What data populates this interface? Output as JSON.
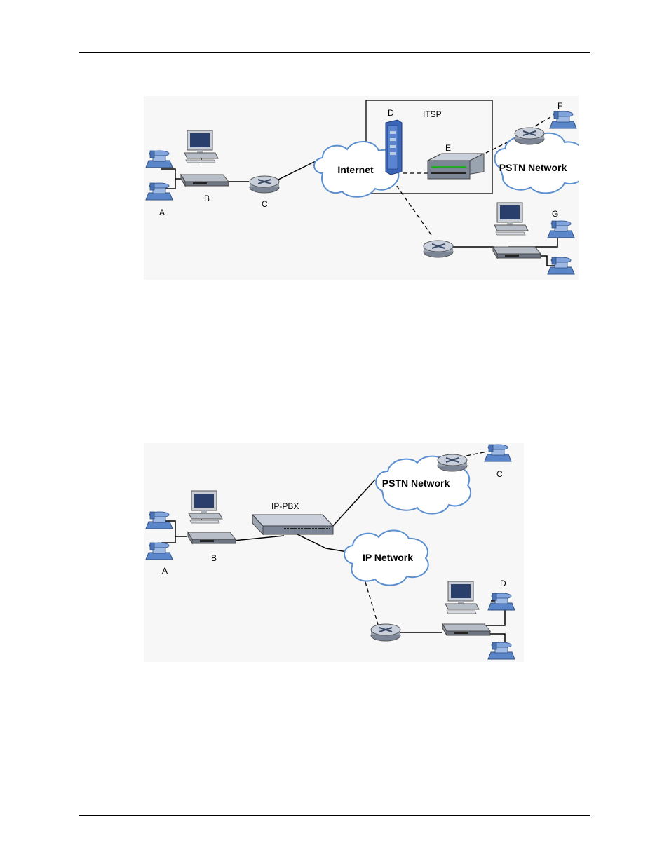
{
  "diagram1": {
    "labels": {
      "A": "A",
      "B": "B",
      "C": "C",
      "D": "D",
      "E": "E",
      "F": "F",
      "G": "G",
      "itsp": "ITSP",
      "internet": "Internet",
      "pstn": "PSTN Network"
    }
  },
  "diagram2": {
    "labels": {
      "A": "A",
      "B": "B",
      "C": "C",
      "D": "D",
      "ippbx": "IP-PBX",
      "pstn": "PSTN Network",
      "ipnet": "IP Network"
    }
  },
  "colors": {
    "cloud_fill": "#ffffff",
    "cloud_stroke": "#5b8fd0",
    "device_gray": "#8a8f98",
    "device_blue": "#3a64b5",
    "phone_blue": "#5b86c9"
  }
}
